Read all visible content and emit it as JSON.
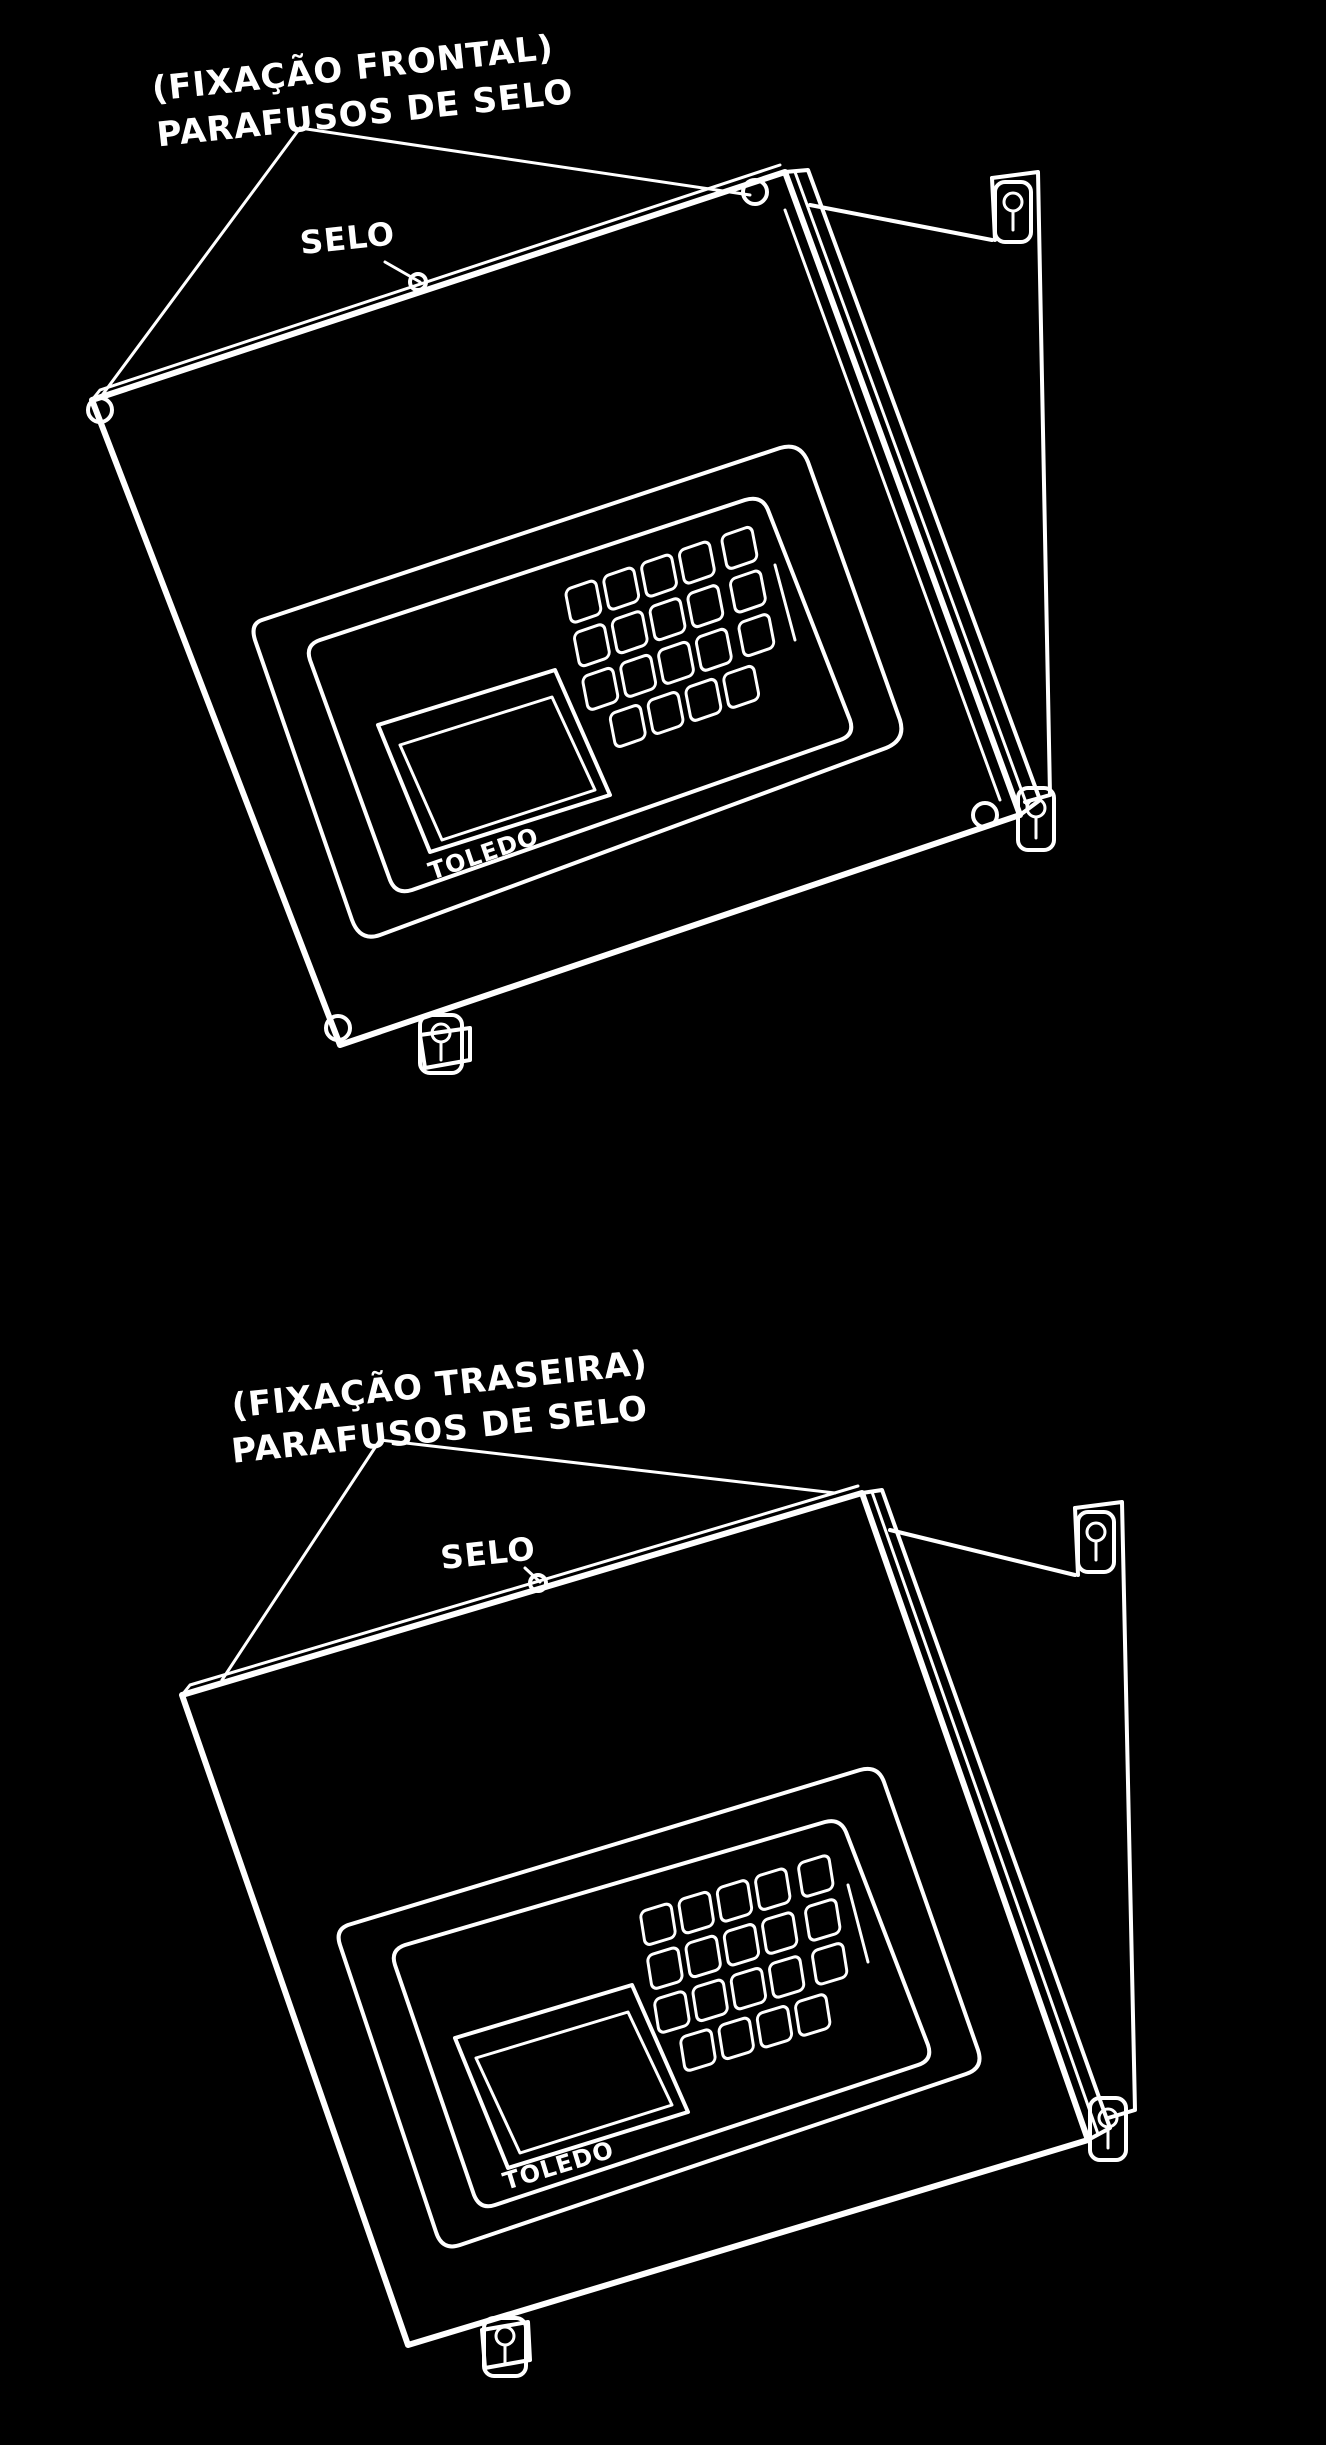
{
  "figures": [
    {
      "title_line1": "(FIXAÇÃO FRONTAL)",
      "title_line2": "PARAFUSOS DE SELO",
      "seal_label": "SELO",
      "brand": "TOLEDO",
      "keypad": {
        "rows": [
          5,
          5,
          5,
          4
        ]
      }
    },
    {
      "title_line1": "(FIXAÇÃO TRASEIRA)",
      "title_line2": "PARAFUSOS DE SELO",
      "seal_label": "SELO",
      "brand": "TOLEDO",
      "keypad": {
        "rows": [
          5,
          5,
          5,
          4
        ]
      }
    }
  ],
  "colors": {
    "background": "#000000",
    "line": "#ffffff"
  }
}
